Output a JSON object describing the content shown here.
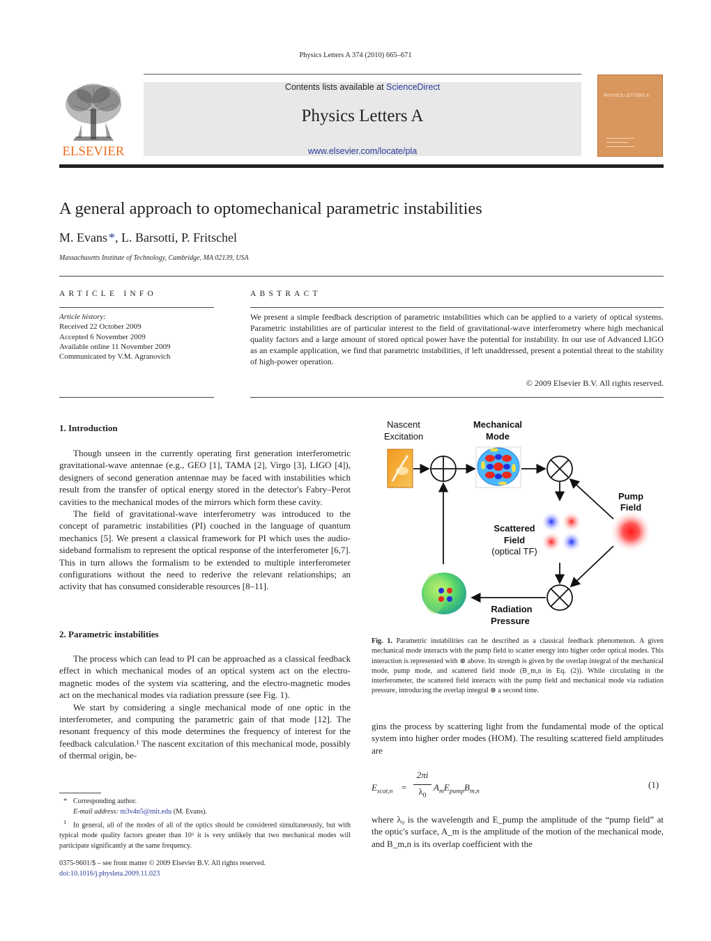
{
  "header": {
    "journal_ref": "Physics Letters A 374 (2010) 665–671",
    "contents_prefix": "Contents lists available at ",
    "contents_link": "ScienceDirect",
    "journal_title": "Physics Letters A",
    "journal_url": "www.elsevier.com/locate/pla",
    "publisher_logo_text": "ELSEVIER",
    "cover_title": "PHYSICS LETTERS A"
  },
  "article": {
    "title": "A general approach to optomechanical parametric instabilities",
    "author_1": "M. Evans",
    "author_mark": "*",
    "authors_rest": ", L. Barsotti, P. Fritschel",
    "affiliation": "Massachusetts Institute of Technology, Cambridge, MA 02139, USA"
  },
  "article_info": {
    "heading": "ARTICLE INFO",
    "history_label": "Article history:",
    "received": "Received 22 October 2009",
    "accepted": "Accepted 6 November 2009",
    "online": "Available online 11 November 2009",
    "communicated": "Communicated by V.M. Agranovich"
  },
  "abstract": {
    "heading": "ABSTRACT",
    "text": "We present a simple feedback description of parametric instabilities which can be applied to a variety of optical systems. Parametric instabilities are of particular interest to the field of gravitational-wave interferometry where high mechanical quality factors and a large amount of stored optical power have the potential for instability. In our use of Advanced LIGO as an example application, we find that parametric instabilities, if left unaddressed, present a potential threat to the stability of high-power operation.",
    "copyright": "© 2009 Elsevier B.V. All rights reserved."
  },
  "sections": {
    "intro_heading": "1. Introduction",
    "intro_p1": "Though unseen in the currently operating first generation interferometric gravitational-wave antennae (e.g., GEO [1], TAMA [2], Virgo [3], LIGO [4]), designers of second generation antennae may be faced with instabilities which result from the transfer of optical energy stored in the detector's Fabry–Perot cavities to the mechanical modes of the mirrors which form these cavity.",
    "intro_p2": "The field of gravitational-wave interferometry was introduced to the concept of parametric instabilities (PI) couched in the language of quantum mechanics [5]. We present a classical framework for PI which uses the audio-sideband formalism to represent the optical response of the interferometer [6,7]. This in turn allows the formalism to be extended to multiple interferometer configurations without the need to rederive the relevant relationships; an activity that has consumed considerable resources [8–11].",
    "pi_heading": "2. Parametric instabilities",
    "pi_p1": "The process which can lead to PI can be approached as a classical feedback effect in which mechanical modes of an optical system act on the electro-magnetic modes of the system via scattering, and the electro-magnetic modes act on the mechanical modes via radiation pressure (see Fig. 1).",
    "pi_p2": "We start by considering a single mechanical mode of one optic in the interferometer, and computing the parametric gain of that mode [12]. The resonant frequency of this mode determines the frequency of interest for the feedback calculation.¹ The nascent excitation of this mechanical mode, possibly of thermal origin, be-",
    "right_p1": "gins the process by scattering light from the fundamental mode of the optical system into higher order modes (HOM). The resulting scattered field amplitudes are",
    "right_p2": "where λ₀ is the wavelength and E_pump the amplitude of the “pump field” at the optic's surface, A_m is the amplitude of the motion of the mechanical mode, and B_m,n is its overlap coefficient with the"
  },
  "equation": {
    "lhs": "E",
    "lhs_sub": "scat,n",
    "equals": "=",
    "numerator": "2πi",
    "denominator": "λ",
    "denominator_sub": "0",
    "rhs_a": "A",
    "rhs_a_sub": "m",
    "rhs_e": "E",
    "rhs_e_sub": "pump",
    "rhs_b": "B",
    "rhs_b_sub": "m,n",
    "number": "(1)"
  },
  "figure": {
    "label_nascent_1": "Nascent",
    "label_nascent_2": "Excitation",
    "label_mech_1": "Mechanical",
    "label_mech_2": "Mode",
    "label_pump_1": "Pump",
    "label_pump_2": "Field",
    "label_scat_1": "Scattered",
    "label_scat_2": "Field",
    "label_scat_3": "(optical TF)",
    "label_rad_1": "Radiation",
    "label_rad_2": "Pressure",
    "caption_label": "Fig. 1.",
    "caption_text": " Parametric instabilities can be described as a classical feedback phenomenon. A given mechanical mode interacts with the pump field to scatter energy into higher order optical modes. This interaction is represented with ⊗ above. Its strength is given by the overlap integral of the mechanical mode, pump mode, and scattered field mode (B_m,n in Eq. (2)). While circulating in the interferometer, the scattered field interacts with the pump field and mechanical mode via radiation pressure, introducing the overlap integral ⊗ a second time."
  },
  "footnotes": {
    "corr_mark": "*",
    "corr_text": "Corresponding author.",
    "email_label": "E-mail address:",
    "email": "m3v4n5@mit.edu",
    "email_name": "(M. Evans).",
    "fn1_mark": "1",
    "fn1_text": "In general, all of the modes of all of the optics should be considered simultaneously, but with typical mode quality factors greater than 10⁶ it is very unlikely that two mechanical modes will participate significantly at the same frequency."
  },
  "footer": {
    "issn": "0375-9601/$ – see front matter © 2009 Elsevier B.V. All rights reserved.",
    "doi": "doi:10.1016/j.physleta.2009.11.023"
  }
}
